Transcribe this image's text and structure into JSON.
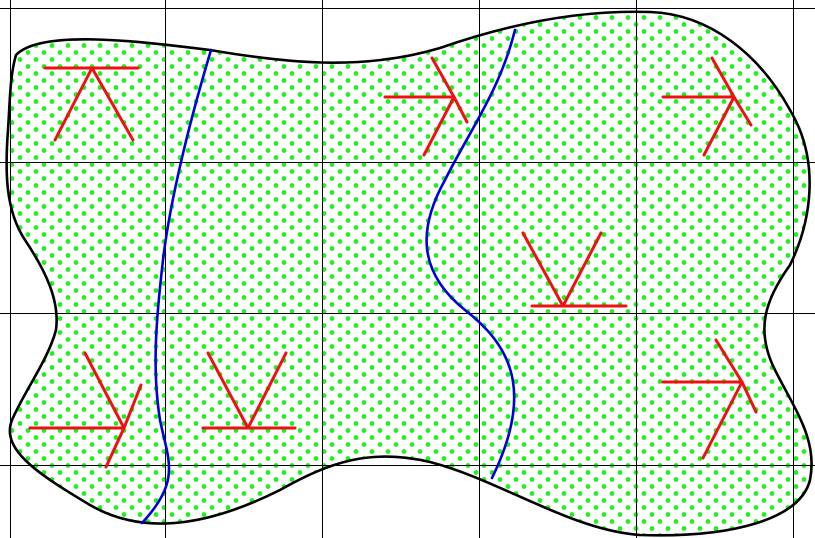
{
  "colors": {
    "background": "#ffffff",
    "grid": "#000000",
    "region_outline": "#000000",
    "dot_fill": "#22ee22",
    "curve": "#0000dd",
    "arrow": "#ee1111"
  },
  "diagram": {
    "grid_columns": 5,
    "grid_rows": 4,
    "dot_pattern": "staggered",
    "curves": [
      {
        "name": "left-blue-curve"
      },
      {
        "name": "right-blue-curve"
      }
    ],
    "arrow_glyphs": [
      {
        "name": "glyph-row1-col1",
        "direction": "up"
      },
      {
        "name": "glyph-row1-col3",
        "direction": "right"
      },
      {
        "name": "glyph-row1-col5",
        "direction": "right"
      },
      {
        "name": "glyph-row2-col4",
        "direction": "down"
      },
      {
        "name": "glyph-row3-col1",
        "direction": "right"
      },
      {
        "name": "glyph-row3-col2",
        "direction": "down"
      },
      {
        "name": "glyph-row3-col5",
        "direction": "right"
      }
    ]
  }
}
